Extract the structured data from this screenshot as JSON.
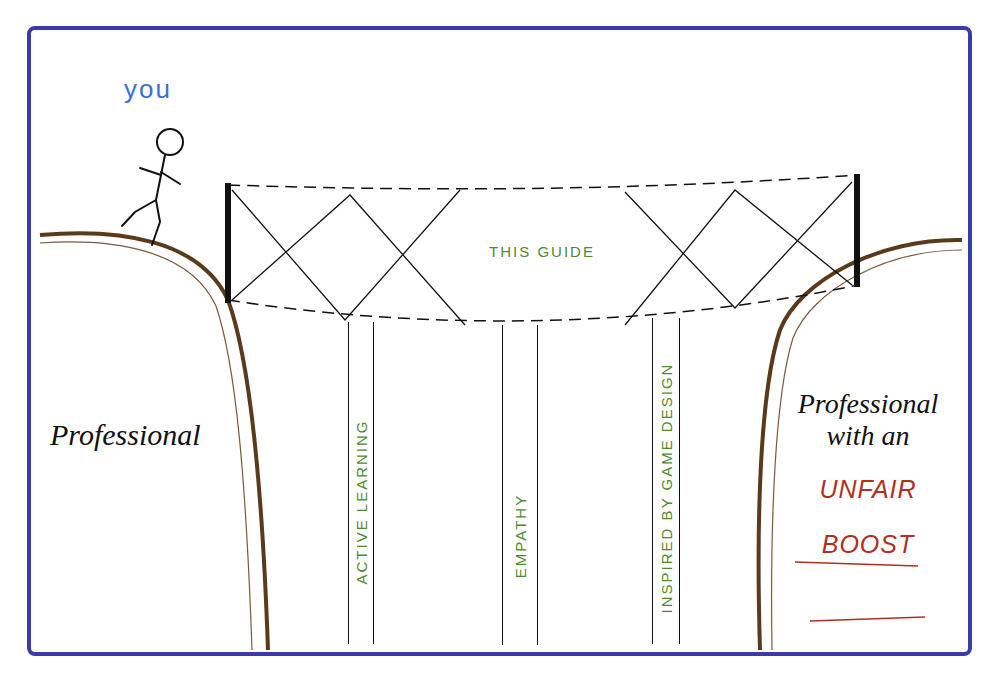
{
  "diagram": {
    "nodes": [
      {
        "text": [
          "Professional"
        ]
      },
      {
        "text": [
          "THIS GUIDE"
        ]
      },
      {
        "text": [
          "ACTIVE LEARNING"
        ]
      },
      {
        "text": [
          "EMPATHY"
        ]
      },
      {
        "text": [
          "INSPIRED BY GAME DESIGN"
        ]
      },
      {
        "text": [
          "Professional with an",
          "UNFAIR BOOST"
        ]
      }
    ],
    "labels": [
      "you"
    ]
  }
}
